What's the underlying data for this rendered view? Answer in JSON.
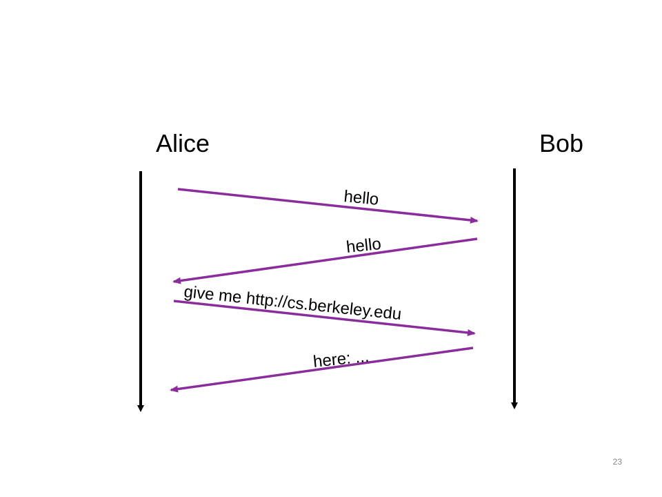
{
  "diagram": {
    "participants": {
      "alice": "Alice",
      "bob": "Bob"
    },
    "messages": [
      {
        "from": "Alice",
        "to": "Bob",
        "label": "hello"
      },
      {
        "from": "Bob",
        "to": "Alice",
        "label": "hello"
      },
      {
        "from": "Alice",
        "to": "Bob",
        "label": "give me http://cs.berkeley.edu"
      },
      {
        "from": "Bob",
        "to": "Alice",
        "label": "here: ..."
      }
    ],
    "colors": {
      "lifeline": "#000000",
      "message_arrow": "#8B2C9C"
    }
  },
  "footer": {
    "page_number": "23"
  }
}
